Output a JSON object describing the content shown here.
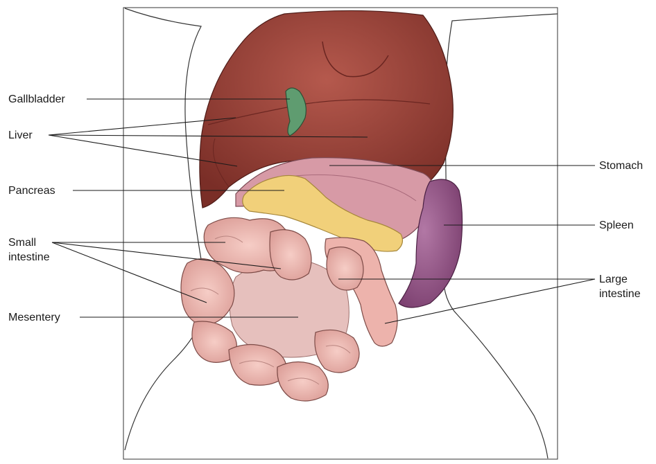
{
  "labels": {
    "gallbladder": "Gallbladder",
    "liver": "Liver",
    "pancreas": "Pancreas",
    "small_intestine": "Small\nintestine",
    "mesentery": "Mesentery",
    "stomach": "Stomach",
    "spleen": "Spleen",
    "large_intestine": "Large\nintestine"
  },
  "colors": {
    "liver": "#a0443a",
    "liver_shadow": "#7c2f28",
    "gallbladder": "#5b9a6e",
    "stomach": "#d99aa6",
    "pancreas": "#f2d27a",
    "spleen": "#9b5b8e",
    "intestine": "#efb7b0",
    "intestine_shadow": "#c98d88",
    "mesentery": "#e8c3c0",
    "outline": "#222222"
  }
}
